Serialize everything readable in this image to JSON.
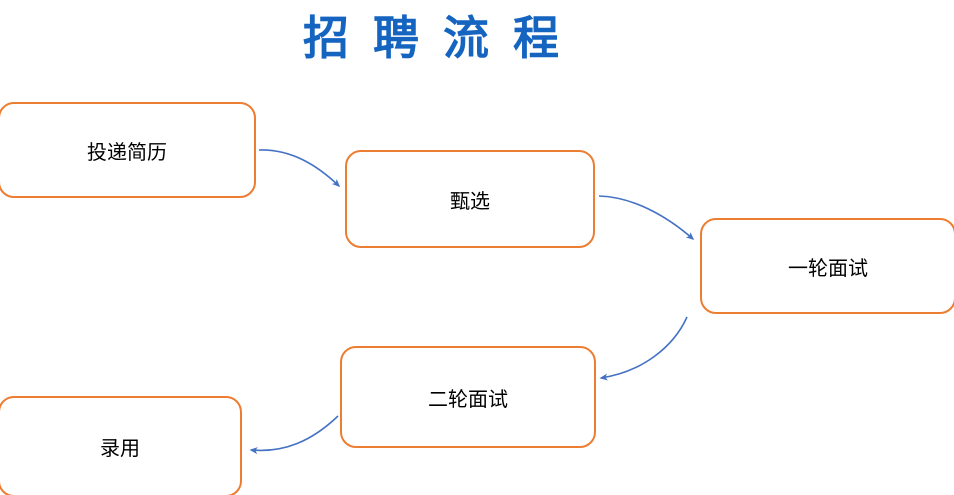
{
  "title": "招 聘 流 程",
  "colors": {
    "title_color": "#1565C0",
    "box_border": "#ED7D31",
    "arrow_color": "#4472C4"
  },
  "nodes": [
    {
      "id": "submit-resume",
      "label": "投递简历"
    },
    {
      "id": "screening",
      "label": "甄选"
    },
    {
      "id": "first-interview",
      "label": "一轮面试"
    },
    {
      "id": "second-interview",
      "label": "二轮面试"
    },
    {
      "id": "hire",
      "label": "录用"
    }
  ],
  "edges": [
    {
      "from": "submit-resume",
      "to": "screening"
    },
    {
      "from": "screening",
      "to": "first-interview"
    },
    {
      "from": "first-interview",
      "to": "second-interview"
    },
    {
      "from": "second-interview",
      "to": "hire"
    }
  ]
}
